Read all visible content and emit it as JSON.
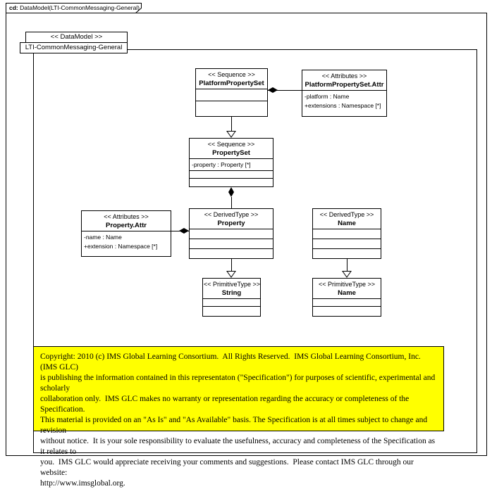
{
  "frame": {
    "tab_prefix": "cd:",
    "tab_title": " DataModel(LTI-CommonMessaging-General)"
  },
  "package": {
    "stereotype": "<< DataModel >>",
    "name": "LTI-CommonMessaging-General"
  },
  "classes": {
    "platform_property_set": {
      "stereotype": "<< Sequence >>",
      "name": "PlatformPropertySet"
    },
    "platform_property_set_attr": {
      "stereotype": "<< Attributes  >>",
      "name": "PlatformPropertySet.Attr",
      "attributes": [
        "-platform : Name",
        "+extensions : Namespace [*]"
      ]
    },
    "property_set": {
      "stereotype": "<< Sequence >>",
      "name": "PropertySet",
      "attributes": [
        "-property : Property [*]"
      ]
    },
    "property_attr": {
      "stereotype": "<< Attributes  >>",
      "name": "Property.Attr",
      "attributes": [
        "-name : Name",
        "+extension : Namespace [*]"
      ]
    },
    "property": {
      "stereotype": "<< DerivedType >>",
      "name": "Property"
    },
    "name_derived": {
      "stereotype": "<< DerivedType >>",
      "name": "Name"
    },
    "string_primitive": {
      "stereotype": "<< PrimitiveType >>",
      "name": "String"
    },
    "name_primitive": {
      "stereotype": "<< PrimitiveType >>",
      "name": "Name"
    }
  },
  "copyright": {
    "background": "#ffff00",
    "text": "Copyright: 2010 (c) IMS Global Learning Consortium.  All Rights Reserved.  IMS Global Learning Consortium, Inc. (IMS GLC)\nis publishing the information contained in this representaton (\"Specification\") for purposes of scientific, experimental and scholarly\ncollaboration only.  IMS GLC makes no warranty or representation regarding the accuracy or completeness of the Specification.\nThis material is provided on an \"As Is\" and \"As Available\" basis. The Specification is at all times subject to change and revision\nwithout notice.  It is your sole responsibility to evaluate the usefulness, accuracy and completeness of the Specification as it relates to\nyou.  IMS GLC would appreciate receiving your comments and suggestions.  Please contact IMS GLC through our website:\nhttp://www.imsglobal.org."
  },
  "colors": {
    "line": "#000000",
    "background": "#ffffff",
    "note_fill": "#ffff00"
  }
}
